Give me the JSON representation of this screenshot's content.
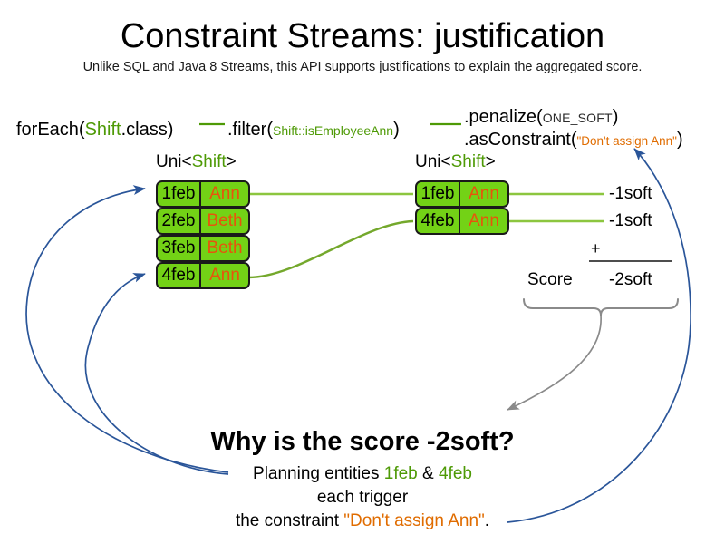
{
  "slide": {
    "title": "Constraint Streams: justification",
    "subtitle": "Unlike SQL and Java 8 Streams, this API supports justifications to explain the aggregated score."
  },
  "colors": {
    "card_fill": "#73d216",
    "card_border": "#1a1a1a",
    "name_text": "#e8540c",
    "keyword_green": "#4e9a06",
    "constraint_orange": "#e06c00",
    "arrow_blue": "#2a5599",
    "arrow_gray": "#8a8a8a",
    "connector_green": "#8cc63f"
  },
  "code": {
    "foreach": {
      "call": "forEach(",
      "type": "Shift",
      "tail": ".class)"
    },
    "filter": {
      "call": ".filter(",
      "ref": "Shift::isEmployeeAnn",
      "tail": ")"
    },
    "penalize": {
      "call": ".penalize(",
      "arg": "ONE_SOFT",
      "tail": ")"
    },
    "asconstraint": {
      "call": ".asConstraint(",
      "arg": "\"Don't assign Ann\"",
      "tail": ")"
    }
  },
  "streams": {
    "left": {
      "label_prefix": "Uni<",
      "label_type": "Shift",
      "label_suffix": ">",
      "cards": [
        {
          "date": "1feb",
          "name": "Ann"
        },
        {
          "date": "2feb",
          "name": "Beth"
        },
        {
          "date": "3feb",
          "name": "Beth"
        },
        {
          "date": "4feb",
          "name": "Ann"
        }
      ]
    },
    "right": {
      "label_prefix": "Uni<",
      "label_type": "Shift",
      "label_suffix": ">",
      "cards": [
        {
          "date": "1feb",
          "name": "Ann"
        },
        {
          "date": "4feb",
          "name": "Ann"
        }
      ],
      "penalties": [
        "-1soft",
        "-1soft"
      ]
    }
  },
  "score": {
    "label": "Score",
    "operator": "+",
    "total": "-2soft"
  },
  "explanation": {
    "heading": "Why is the score -2soft?",
    "line1_prefix": "Planning entities ",
    "line1_entity_a": "1feb",
    "line1_amp": " & ",
    "line1_entity_b": "4feb",
    "line2": "each trigger",
    "line3_prefix": "the constraint ",
    "line3_constraint": "\"Don't assign Ann\"",
    "line3_suffix": "."
  },
  "icons": {
    "arrow_to_first_entity": "arrow-icon",
    "arrow_to_last_entity": "arrow-icon",
    "arrow_to_constraint": "arrow-icon",
    "arrow_score_to_question": "arrow-icon",
    "score_brace": "curly-brace-icon"
  }
}
